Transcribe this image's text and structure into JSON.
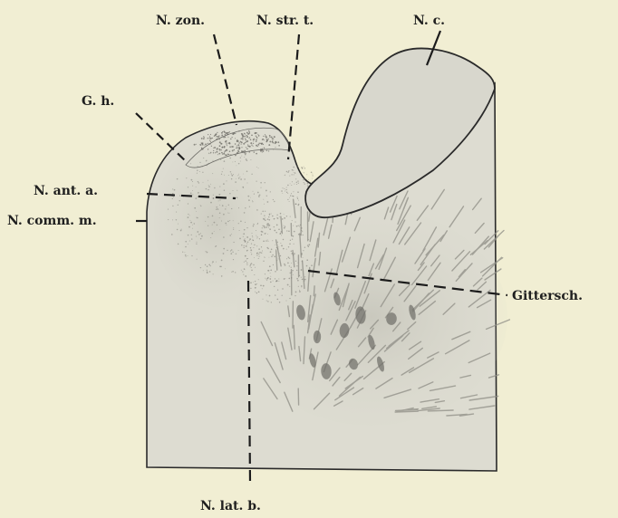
{
  "figure": {
    "labels": {
      "n_zon": "N. zon.",
      "n_str_t": "N. str. t.",
      "n_c": "N. c.",
      "g_h": "G. h.",
      "n_ant_a": "N. ant. a.",
      "n_comm_m": "N. comm. m.",
      "gittersch": "Gittersch.",
      "n_lat_b": "N. lat. b."
    },
    "colors": {
      "paper": "#f1eed3",
      "tissue": "#dddcd1",
      "nucleus_caudatus": "#d8d7cd",
      "outline": "#2a2a2a",
      "ink": "#1f1f1f"
    }
  }
}
